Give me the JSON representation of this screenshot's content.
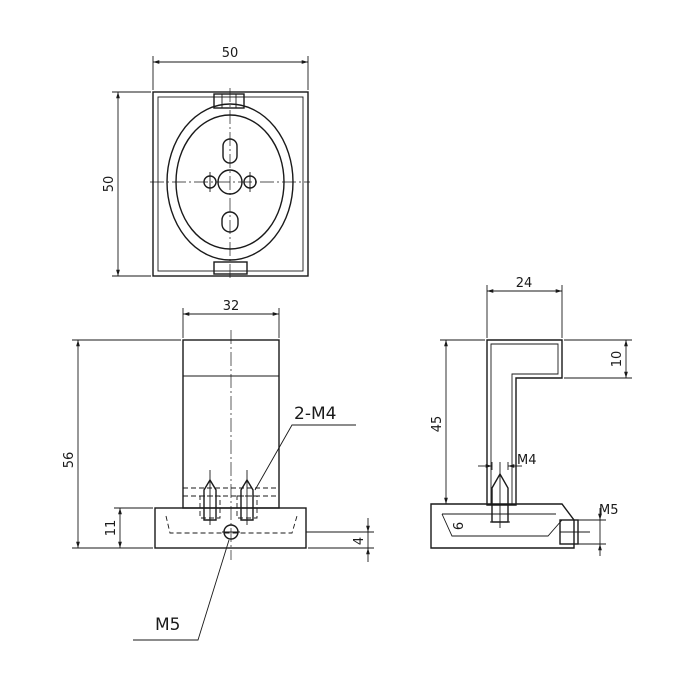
{
  "dimensions": {
    "top_width": "50",
    "top_height": "50",
    "front_width": "32",
    "front_height": "56",
    "base_height": "11",
    "hole_offset": "4",
    "side_width": "24",
    "side_height": "45",
    "arm_height": "10",
    "base_depth": "6"
  },
  "callouts": {
    "screw_pair": "2-M4",
    "side_screw": "M4",
    "bottom_hole": "M5",
    "side_hole": "M5"
  }
}
